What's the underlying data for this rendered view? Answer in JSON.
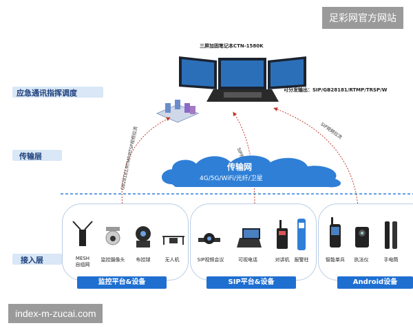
{
  "watermark_top": "足彩网官方网站",
  "watermark_bottom": "index-m-zucai.com",
  "laptop": {
    "title": "三屏加固笔记本CTN-1580K",
    "distribution": "可分发输出：SIP/GB28181/RTMP/TRSP/W"
  },
  "layers": {
    "command": "应急通讯指挥调度",
    "transport": "传输层",
    "access": "接入层"
  },
  "cloud": {
    "title": "传输网",
    "subtitle": "4G/5G/WiFi/光纤/卫星"
  },
  "links": {
    "left": "GB28181/RTMP/RTSP视频拉流",
    "middle": "SIP视频拉流",
    "right": "SIP视频拉流"
  },
  "groups": [
    {
      "badge": "监控平台&设备",
      "devices": [
        {
          "label": "MESH\n自组网",
          "icon": "mesh-radio-icon"
        },
        {
          "label": "监控摄像头",
          "icon": "dome-camera-icon"
        },
        {
          "label": "布控球",
          "icon": "surveillance-ball-icon"
        },
        {
          "label": "无人机",
          "icon": "drone-icon"
        }
      ]
    },
    {
      "badge": "SIP平台&设备",
      "devices": [
        {
          "label": "SIP视频会议",
          "icon": "video-conference-camera-icon"
        },
        {
          "label": "可视电话",
          "icon": "video-phone-icon"
        },
        {
          "label": "对讲机",
          "icon": "walkie-talkie-icon"
        },
        {
          "label": "报警柱",
          "icon": "alarm-pillar-icon"
        }
      ]
    },
    {
      "badge": "Android设备",
      "devices": [
        {
          "label": "智能单兵",
          "icon": "smart-handheld-icon"
        },
        {
          "label": "执法仪",
          "icon": "body-camera-icon"
        },
        {
          "label": "手电筒",
          "icon": "flashlight-icon"
        }
      ]
    }
  ],
  "colors": {
    "accent": "#1f6fd1",
    "layer_bar": "#d9e7f6",
    "arrow": "#c0392b",
    "dashed_line": "#2f7fd6"
  }
}
